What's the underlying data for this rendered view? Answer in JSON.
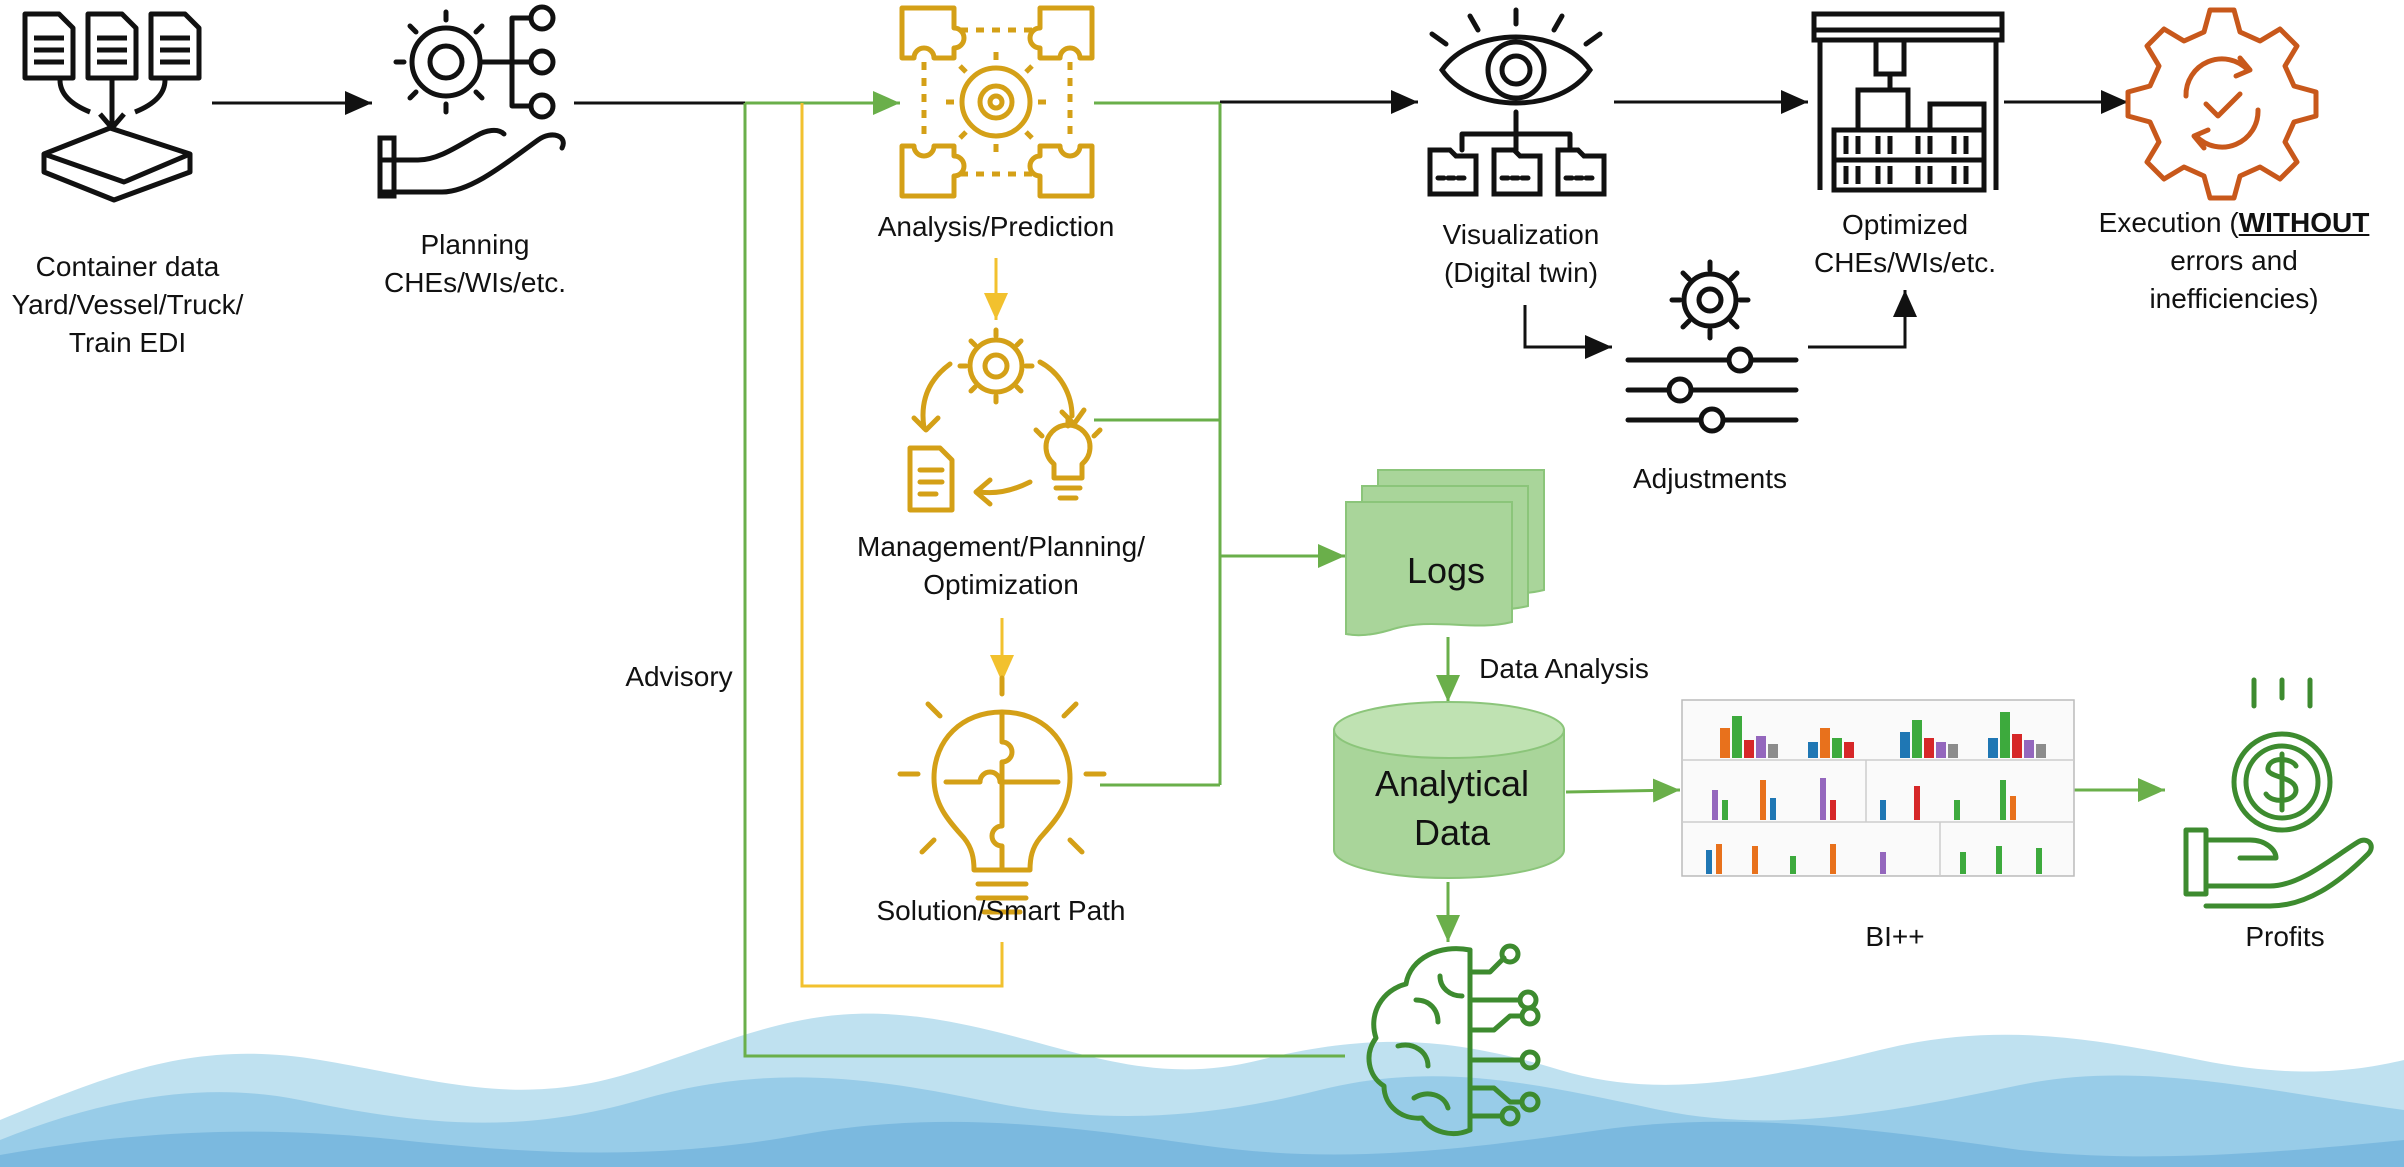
{
  "labels": {
    "container_data": [
      "Container data",
      "Yard/Vessel/Truck/",
      "Train EDI"
    ],
    "planning": [
      "Planning",
      "CHEs/WIs/etc."
    ],
    "analysis": "Analysis/Prediction",
    "management": [
      "Management/Planning/",
      "Optimization"
    ],
    "solution": "Solution/Smart Path",
    "advisory": "Advisory",
    "visualization": [
      "Visualization",
      "(Digital twin)"
    ],
    "adjustments": "Adjustments",
    "optimized": [
      "Optimized",
      "CHEs/WIs/etc."
    ],
    "execution_prefix": "Execution (",
    "execution_emph": "WITHOUT",
    "execution_rest": [
      "errors and",
      "inefficiencies)"
    ],
    "logs": "Logs",
    "data_analysis": "Data Analysis",
    "analytical": [
      "Analytical",
      "Data"
    ],
    "bi": "BI++",
    "profits": "Profits"
  },
  "icons": {
    "container_data": "documents-to-tray-icon",
    "planning": "hand-gear-network-icon",
    "analysis": "puzzle-gear-icon",
    "management": "cycle-gear-bulb-doc-icon",
    "solution": "puzzle-lightbulb-icon",
    "visualization": "eye-folders-icon",
    "adjustments": "gear-sliders-icon",
    "optimized": "container-crane-icon",
    "execution": "gear-check-icon",
    "ai": "brain-circuit-icon",
    "bi": "dashboard-bar-charts-icon",
    "profits": "hand-dollar-coin-icon"
  },
  "colors": {
    "gold": "#D4A017",
    "yellow_arrow": "#F2C12E",
    "green": "#6AAF4A",
    "dark_green": "#3D8B2F",
    "orange": "#C8581B",
    "black": "#111111",
    "wave_light": "#BFE1F0",
    "wave_dark": "#6FB1DB"
  }
}
